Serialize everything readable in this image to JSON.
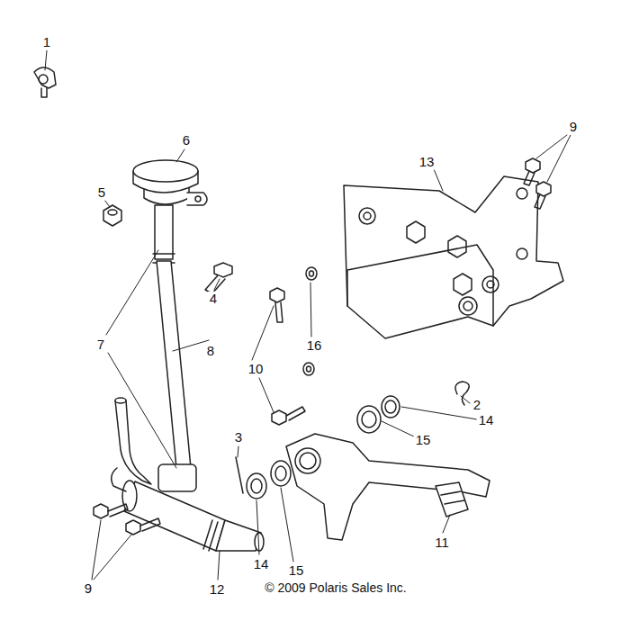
{
  "diagram": {
    "labels": [
      "1",
      "6",
      "9",
      "13",
      "5",
      "4",
      "7",
      "16",
      "10",
      "8",
      "2",
      "14",
      "15",
      "3",
      "9",
      "12",
      "14",
      "15",
      "11",
      "© 2009 Polaris Sales Inc."
    ]
  }
}
